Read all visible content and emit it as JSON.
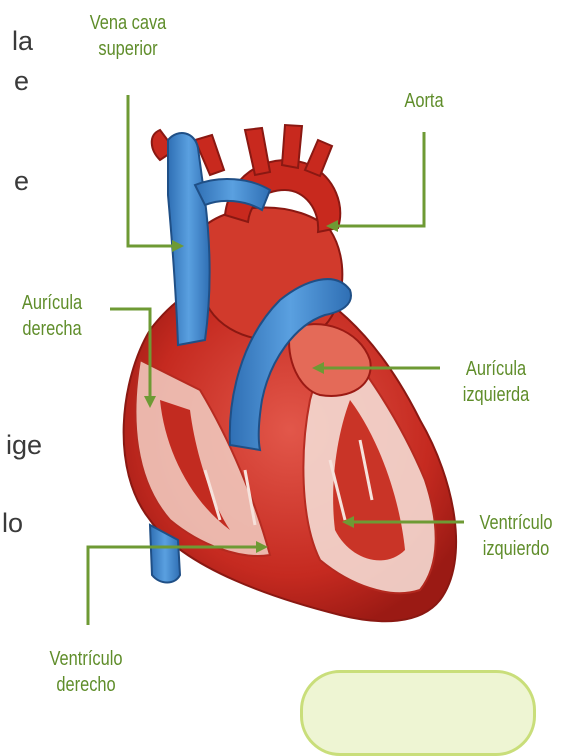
{
  "left_text_fragments": [
    "la",
    "e",
    "e",
    "ige",
    "lo"
  ],
  "labels": {
    "vena_cava": [
      "Vena cava",
      "superior"
    ],
    "aorta": [
      "Aorta"
    ],
    "auricula_derecha": [
      "Aurícula",
      "derecha"
    ],
    "auricula_izquierda": [
      "Aurícula",
      "izquierda"
    ],
    "ventriculo_izquierdo": [
      "Ventrículo",
      "izquierdo"
    ],
    "ventriculo_derecho": [
      "Ventrículo",
      "derecho"
    ]
  },
  "colors": {
    "label_green": "#5f8d2a",
    "leader_green": "#6e9a34",
    "vessel_blue": "#3f86cc",
    "muscle_red": "#c8291e",
    "callout_fill": "#eef5d3"
  }
}
